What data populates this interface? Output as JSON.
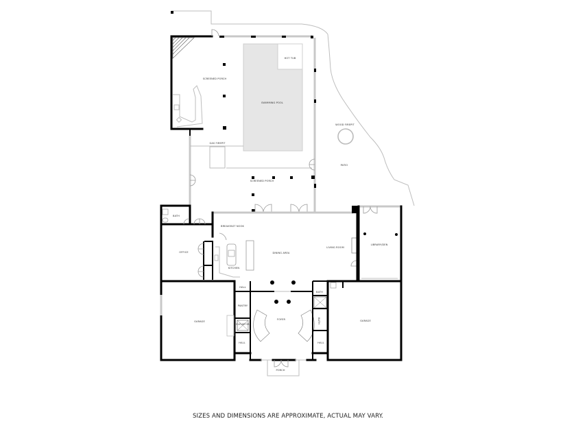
{
  "plan": {
    "rooms": {
      "screened_porch_upper": "SCREENED PORCH",
      "hot_tub": "HOT TUB",
      "swimming_pool": "SWIMMING POOL",
      "gas_fireplace": "GAS FIREPIT",
      "screened_porch_lower": "SCREENED PORCH",
      "wood_fireplace": "WOOD FIREPIT",
      "patio": "PATIO",
      "bath_upper": "BATH",
      "breakfast_nook": "BREAKFAST NOOK",
      "office": "OFFICE",
      "kitchen": "KITCHEN",
      "dining_area": "DINING AREA",
      "living_room": "LIVING ROOM",
      "library_den": "LIBRARY/DEN",
      "hall_1": "HALL",
      "pantry": "PANTRY",
      "elevator": "ELEVATOR",
      "hall_2": "HALL",
      "foyer": "FOYER",
      "bath_right_1": "BATH",
      "bath_right_2": "BATH",
      "hall_3": "HALL",
      "garage_left": "GARAGE",
      "garage_right": "GARAGE",
      "porch": "PORCH"
    },
    "colors": {
      "wall": "#000000",
      "pool_fill": "#e6e6e6",
      "window": "#c8c8c8",
      "background": "#ffffff"
    }
  },
  "footer": {
    "disclaimer": "SIZES AND DIMENSIONS ARE APPROXIMATE, ACTUAL MAY VARY."
  }
}
